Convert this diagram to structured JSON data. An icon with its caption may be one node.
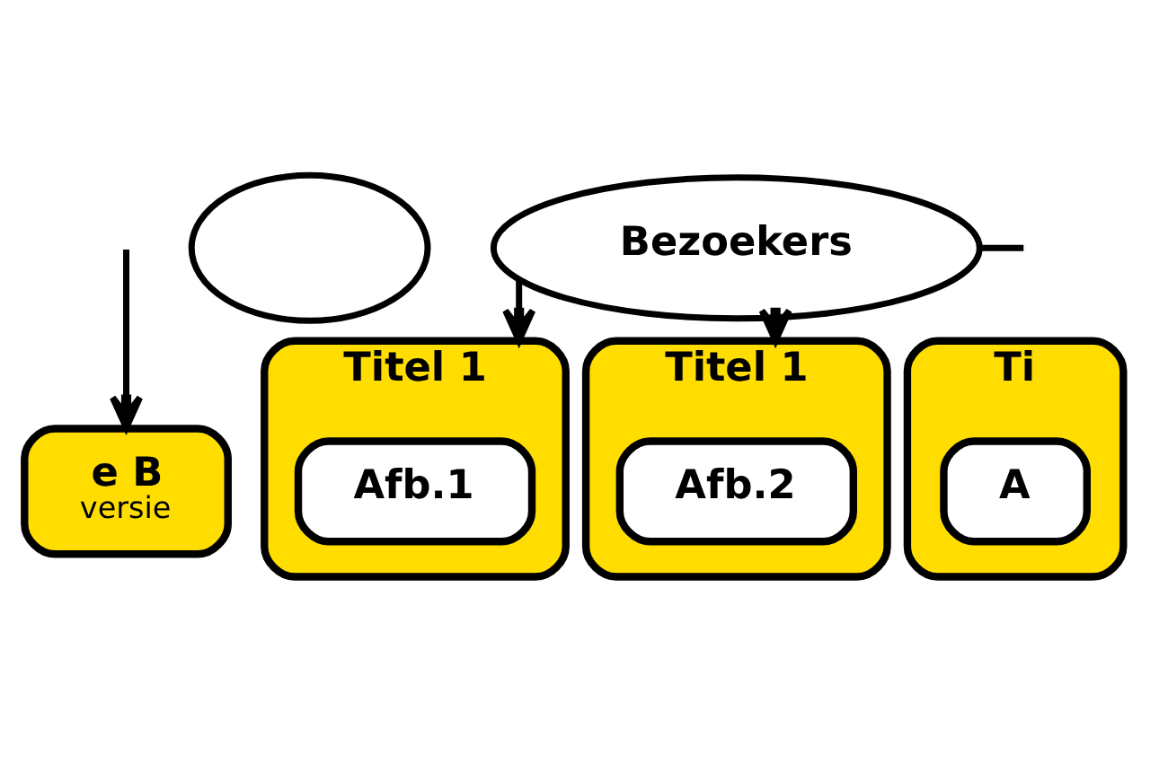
{
  "diagram": {
    "nodes": [
      {
        "text": [
          "e B",
          "versie"
        ]
      },
      {
        "text": [],
        "shape": "cloud"
      },
      {
        "text": [
          "Bezoekers"
        ]
      },
      {
        "text": [
          "Titel 1"
        ]
      },
      {
        "text": [
          "Afb.1"
        ],
        "in": 3
      },
      {
        "text": [
          "Titel 1"
        ]
      },
      {
        "text": [
          "Afb.2"
        ],
        "in": 5
      },
      {
        "text": [
          "Ti"
        ]
      },
      {
        "text": [
          "A"
        ],
        "in": 7
      }
    ],
    "edges": [
      {
        "from": null,
        "to": 0,
        "arrow": "to"
      },
      {
        "from": 2,
        "to": 3,
        "arrow": "to"
      },
      {
        "from": 2,
        "to": 5,
        "arrow": "to"
      },
      {
        "from": 2,
        "to": null,
        "arrow": "none"
      }
    ]
  }
}
